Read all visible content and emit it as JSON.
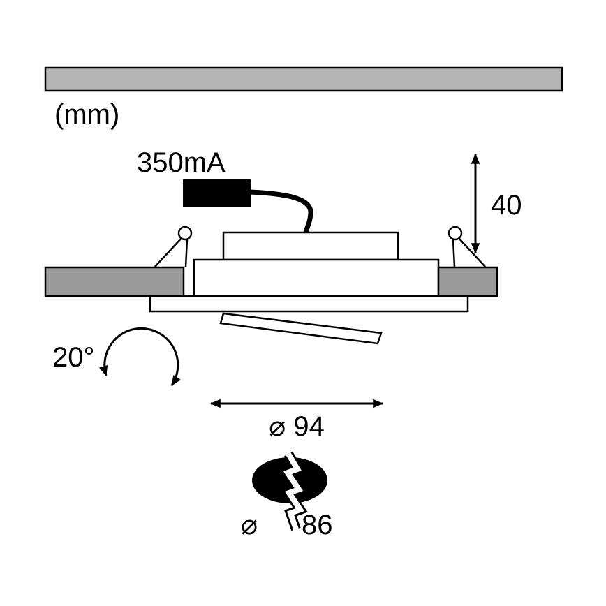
{
  "diagram": {
    "unit_label": "(mm)",
    "current_label": "350mA",
    "recess_depth": {
      "value": "40"
    },
    "tilt": {
      "value": "20°"
    },
    "outer_diameter": {
      "value": "⌀ 94"
    },
    "cutout_diameter": {
      "symbol": "⌀",
      "value": "86"
    },
    "colors": {
      "panel_gray": "#b5b5b5",
      "block_gray": "#9a9a9a",
      "ink": "#000000"
    }
  }
}
